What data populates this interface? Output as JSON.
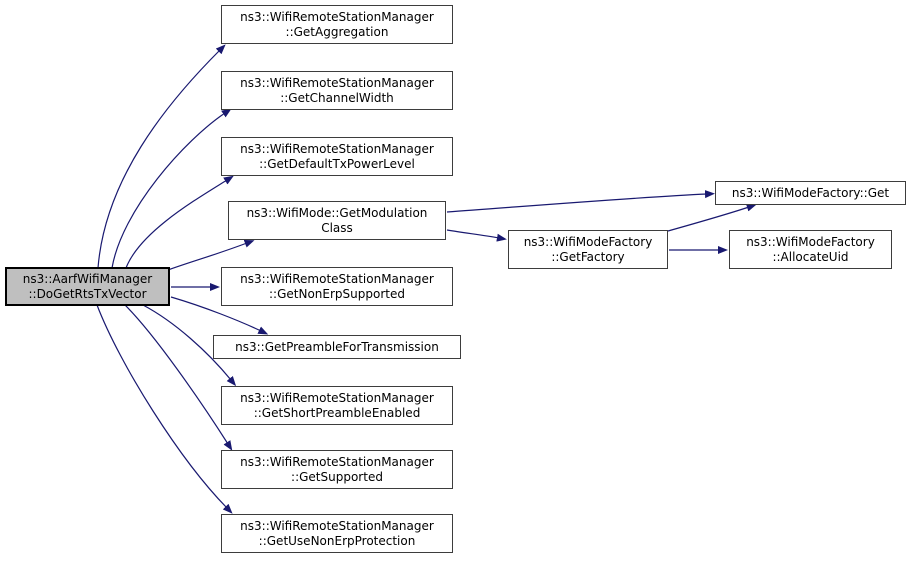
{
  "diagram": {
    "kind": "doxygen-call-graph",
    "colors": {
      "background": "#ffffff",
      "edge": "#191970",
      "node_border": "#3d3d3d",
      "node_fill": "#ffffff",
      "focus_node_fill": "#bfbfbf",
      "focus_node_border": "#000000",
      "text": "#000000"
    },
    "nodes": {
      "focus": {
        "line1": "ns3::AarfWifiManager",
        "line2": "::DoGetRtsTxVector"
      },
      "get_aggregation": {
        "line1": "ns3::WifiRemoteStationManager",
        "line2": "::GetAggregation"
      },
      "get_channel_width": {
        "line1": "ns3::WifiRemoteStationManager",
        "line2": "::GetChannelWidth"
      },
      "get_default_tx_power_level": {
        "line1": "ns3::WifiRemoteStationManager",
        "line2": "::GetDefaultTxPowerLevel"
      },
      "get_modulation_class": {
        "line1": "ns3::WifiMode::GetModulation",
        "line2": "Class"
      },
      "get_non_erp_supported": {
        "line1": "ns3::WifiRemoteStationManager",
        "line2": "::GetNonErpSupported"
      },
      "get_preamble_for_transmission": {
        "line1": "ns3::GetPreambleForTransmission"
      },
      "get_short_preamble_enabled": {
        "line1": "ns3::WifiRemoteStationManager",
        "line2": "::GetShortPreambleEnabled"
      },
      "get_supported": {
        "line1": "ns3::WifiRemoteStationManager",
        "line2": "::GetSupported"
      },
      "get_use_non_erp_protection": {
        "line1": "ns3::WifiRemoteStationManager",
        "line2": "::GetUseNonErpProtection"
      },
      "wifi_mode_factory_get": {
        "line1": "ns3::WifiModeFactory::Get"
      },
      "wifi_mode_factory_get_factory": {
        "line1": "ns3::WifiModeFactory",
        "line2": "::GetFactory"
      },
      "wifi_mode_factory_allocate_uid": {
        "line1": "ns3::WifiModeFactory",
        "line2": "::AllocateUid"
      }
    },
    "edges": [
      {
        "from": "ns3::AarfWifiManager::DoGetRtsTxVector",
        "to": "ns3::WifiRemoteStationManager::GetAggregation"
      },
      {
        "from": "ns3::AarfWifiManager::DoGetRtsTxVector",
        "to": "ns3::WifiRemoteStationManager::GetChannelWidth"
      },
      {
        "from": "ns3::AarfWifiManager::DoGetRtsTxVector",
        "to": "ns3::WifiRemoteStationManager::GetDefaultTxPowerLevel"
      },
      {
        "from": "ns3::AarfWifiManager::DoGetRtsTxVector",
        "to": "ns3::WifiMode::GetModulationClass"
      },
      {
        "from": "ns3::AarfWifiManager::DoGetRtsTxVector",
        "to": "ns3::WifiRemoteStationManager::GetNonErpSupported"
      },
      {
        "from": "ns3::AarfWifiManager::DoGetRtsTxVector",
        "to": "ns3::GetPreambleForTransmission"
      },
      {
        "from": "ns3::AarfWifiManager::DoGetRtsTxVector",
        "to": "ns3::WifiRemoteStationManager::GetShortPreambleEnabled"
      },
      {
        "from": "ns3::AarfWifiManager::DoGetRtsTxVector",
        "to": "ns3::WifiRemoteStationManager::GetSupported"
      },
      {
        "from": "ns3::AarfWifiManager::DoGetRtsTxVector",
        "to": "ns3::WifiRemoteStationManager::GetUseNonErpProtection"
      },
      {
        "from": "ns3::WifiMode::GetModulationClass",
        "to": "ns3::WifiModeFactory::Get"
      },
      {
        "from": "ns3::WifiMode::GetModulationClass",
        "to": "ns3::WifiModeFactory::GetFactory"
      },
      {
        "from": "ns3::WifiModeFactory::GetFactory",
        "to": "ns3::WifiModeFactory::Get"
      },
      {
        "from": "ns3::WifiModeFactory::GetFactory",
        "to": "ns3::WifiModeFactory::AllocateUid"
      }
    ]
  }
}
